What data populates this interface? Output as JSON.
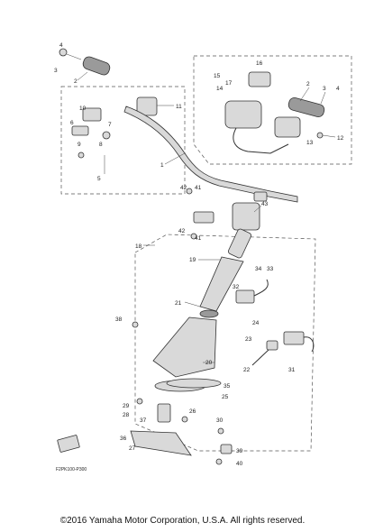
{
  "copyright": "©2016 Yamaha Motor Corporation, U.S.A. All rights reserved.",
  "figure_code": "F2PK100-P300",
  "callouts": [
    "1",
    "2",
    "3",
    "4",
    "5",
    "6",
    "7",
    "8",
    "9",
    "10",
    "11",
    "12",
    "13",
    "14",
    "15",
    "16",
    "17",
    "18",
    "19",
    "20",
    "21",
    "22",
    "23",
    "24",
    "25",
    "26",
    "27",
    "28",
    "29",
    "30",
    "31",
    "32",
    "33",
    "34",
    "35",
    "36",
    "37",
    "38",
    "39",
    "40",
    "41",
    "42",
    "43"
  ]
}
